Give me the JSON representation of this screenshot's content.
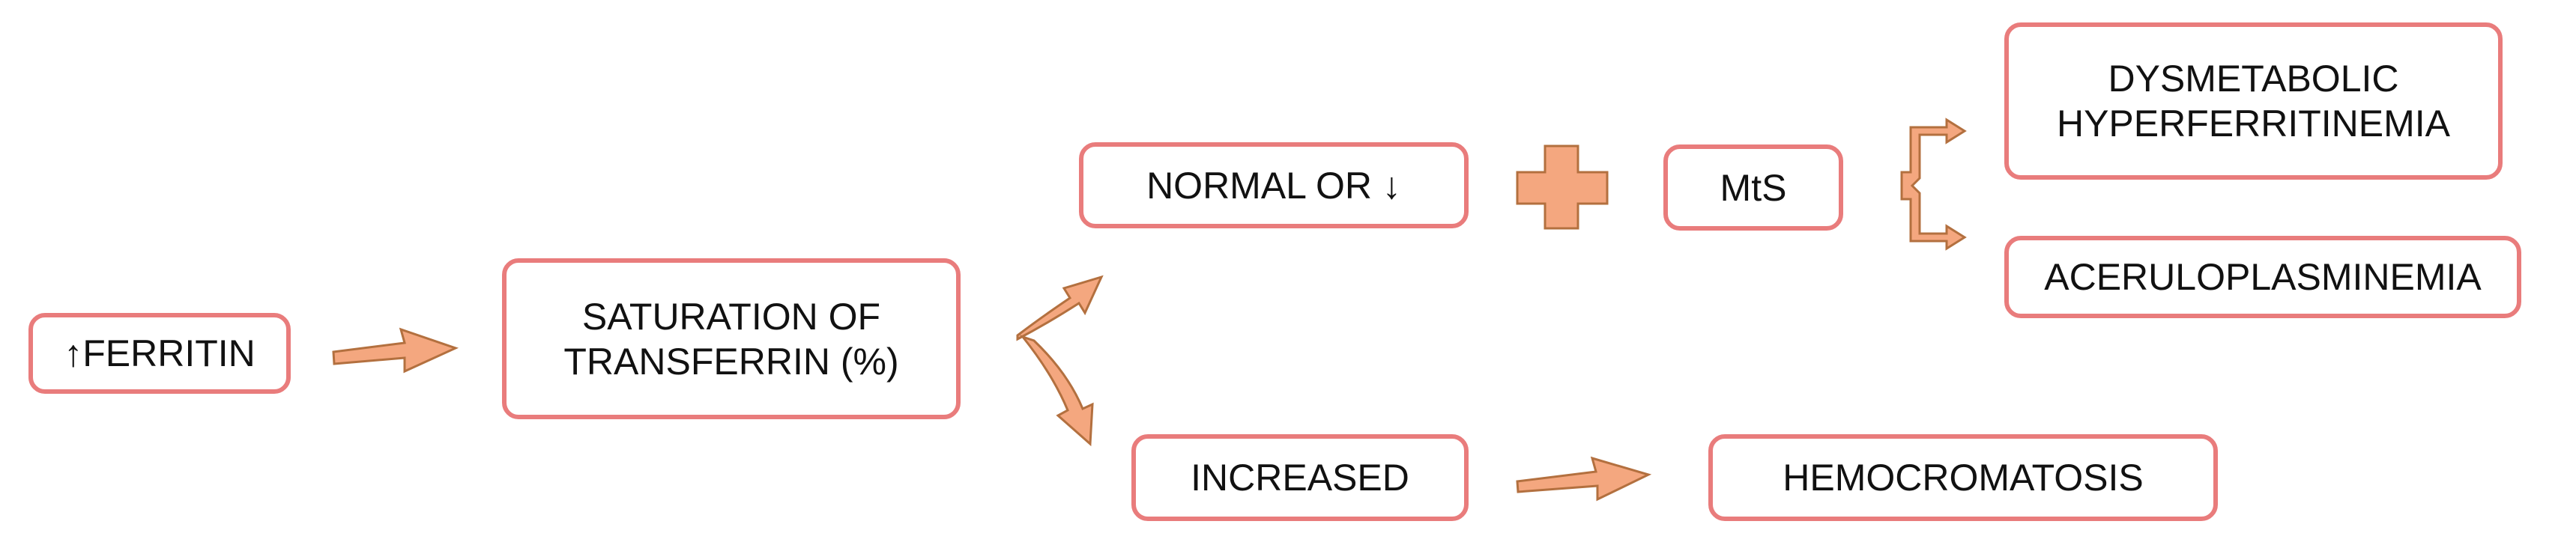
{
  "nodes": {
    "ferritin": {
      "label": "↑FERRITIN"
    },
    "saturation": {
      "line1": "SATURATION OF",
      "line2": "TRANSFERRIN (%)"
    },
    "normal": {
      "label": "NORMAL OR ↓"
    },
    "increased": {
      "label": "INCREASED"
    },
    "mts": {
      "label": "MtS"
    },
    "dysmetabolic": {
      "line1": "DYSMETABOLIC",
      "line2": "HYPERFERRITINEMIA"
    },
    "aceruloplasminemia": {
      "label": "ACERULOPLASMINEMIA"
    },
    "hemocromatosis": {
      "label": "HEMOCROMATOSIS"
    }
  },
  "colors": {
    "box_border": "#e97c7c",
    "arrow_fill": "#f4a77f",
    "arrow_stroke": "#b3703f",
    "text": "#111111"
  }
}
